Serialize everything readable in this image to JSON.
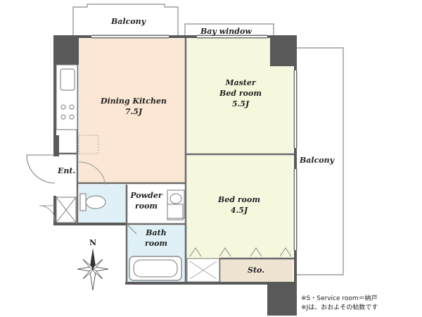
{
  "rooms": {
    "balcony_top": "Balcony",
    "bay_window": "Bay window",
    "dining_kitchen": {
      "name": "Dining Kitchen",
      "size": "7.5J"
    },
    "master_bedroom": {
      "name_line1": "Master",
      "name_line2": "Bed room",
      "size": "5.5J"
    },
    "balcony_right": "Balcony",
    "entrance": "Ent.",
    "powder_room": {
      "line1": "Powder",
      "line2": "room"
    },
    "bath_room": {
      "line1": "Bath",
      "line2": "room"
    },
    "bedroom": {
      "name": "Bed room",
      "size": "4.5J"
    },
    "storage": "Sto."
  },
  "compass": {
    "north": "N"
  },
  "notes": {
    "line1": "※S・Service room＝納戸",
    "line2": "※Jは、おおよその帖数です"
  },
  "colors": {
    "dining_kitchen_floor": "#fbe7d3",
    "bedroom_floor": "#f6f8de",
    "wet_area_floor": "#dff1f6",
    "storage_floor": "#efe3d2",
    "wall": "#5a5a5a",
    "column": "#595959"
  }
}
